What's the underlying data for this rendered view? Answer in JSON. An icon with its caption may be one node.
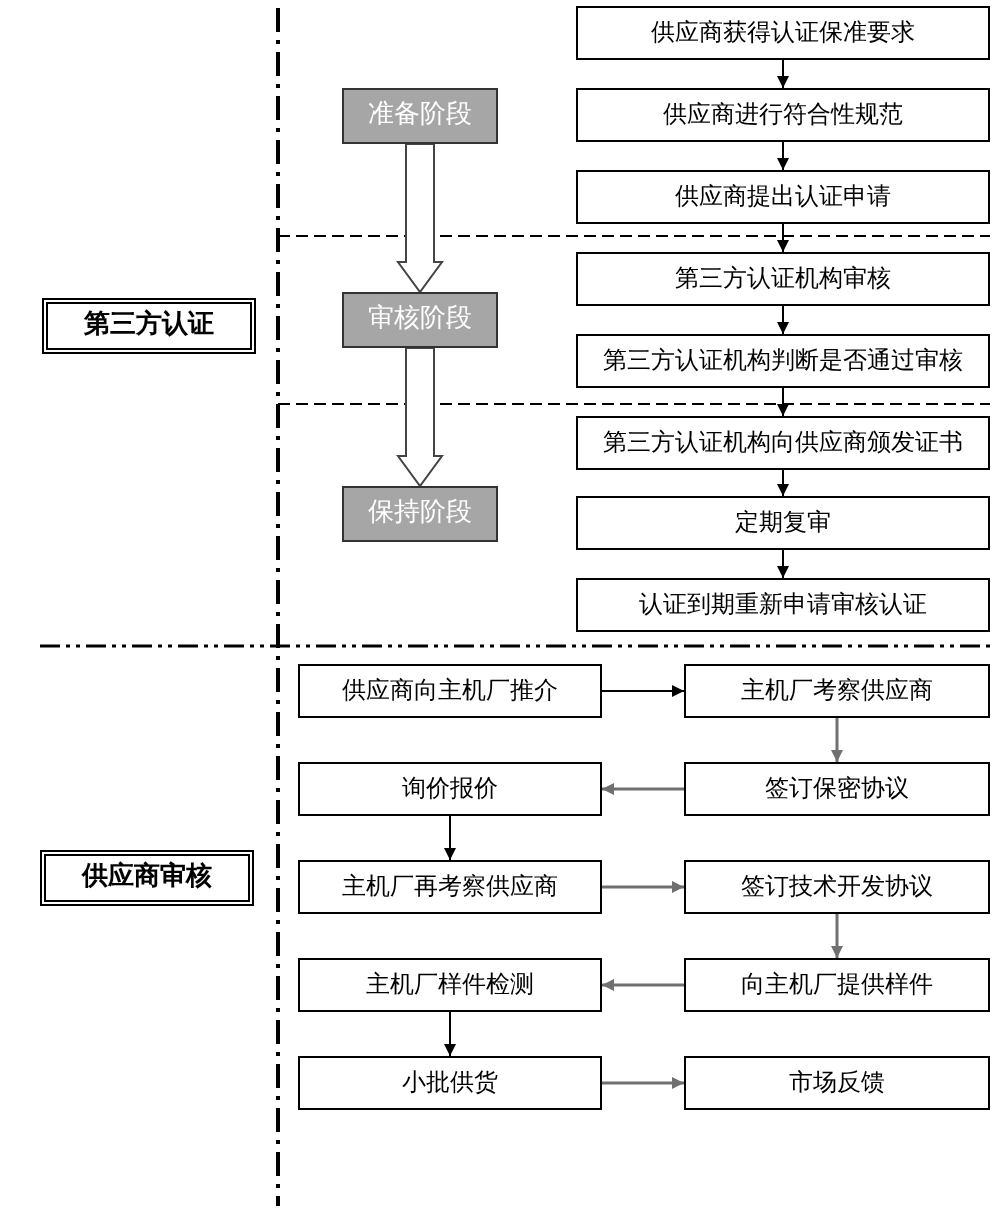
{
  "diagram": {
    "nodes": [
      {
        "text": [
          "第三方认证"
        ]
      },
      {
        "text": [
          "准备阶段"
        ]
      },
      {
        "text": [
          "审核阶段"
        ]
      },
      {
        "text": [
          "保持阶段"
        ]
      },
      {
        "text": [
          "供应商获得认证保准要求"
        ]
      },
      {
        "text": [
          "供应商进行符合性规范"
        ]
      },
      {
        "text": [
          "供应商提出认证申请"
        ]
      },
      {
        "text": [
          "第三方认证机构审核"
        ]
      },
      {
        "text": [
          "第三方认证机构判断是否通过审核"
        ]
      },
      {
        "text": [
          "第三方认证机构向供应商颁发证书"
        ]
      },
      {
        "text": [
          "定期复审"
        ]
      },
      {
        "text": [
          "认证到期重新申请审核认证"
        ]
      },
      {
        "text": [
          "供应商审核"
        ]
      },
      {
        "text": [
          "供应商向主机厂推介"
        ]
      },
      {
        "text": [
          "主机厂考察供应商"
        ]
      },
      {
        "text": [
          "询价报价"
        ]
      },
      {
        "text": [
          "签订保密协议"
        ]
      },
      {
        "text": [
          "主机厂再考察供应商"
        ]
      },
      {
        "text": [
          "签订技术开发协议"
        ]
      },
      {
        "text": [
          "主机厂样件检测"
        ]
      },
      {
        "text": [
          "向主机厂提供样件"
        ]
      },
      {
        "text": [
          "小批供货"
        ]
      },
      {
        "text": [
          "市场反馈"
        ]
      }
    ],
    "edges": [
      {
        "from": 1,
        "to": 2,
        "arrow": "to",
        "style": "thick"
      },
      {
        "from": 2,
        "to": 3,
        "arrow": "to",
        "style": "thick"
      },
      {
        "from": 4,
        "to": 5,
        "arrow": "to"
      },
      {
        "from": 5,
        "to": 6,
        "arrow": "to"
      },
      {
        "from": 6,
        "to": 7,
        "arrow": "to"
      },
      {
        "from": 7,
        "to": 8,
        "arrow": "to"
      },
      {
        "from": 8,
        "to": 9,
        "arrow": "to"
      },
      {
        "from": 9,
        "to": 10,
        "arrow": "to"
      },
      {
        "from": 10,
        "to": 11,
        "arrow": "to"
      },
      {
        "from": 13,
        "to": 14,
        "arrow": "to"
      },
      {
        "from": 14,
        "to": 16,
        "arrow": "to",
        "color": "#707070"
      },
      {
        "from": 16,
        "to": 15,
        "arrow": "to",
        "color": "#707070"
      },
      {
        "from": 15,
        "to": 17,
        "arrow": "to"
      },
      {
        "from": 17,
        "to": 18,
        "arrow": "to",
        "color": "#707070"
      },
      {
        "from": 18,
        "to": 20,
        "arrow": "to",
        "color": "#707070"
      },
      {
        "from": 20,
        "to": 19,
        "arrow": "to",
        "color": "#707070"
      },
      {
        "from": 19,
        "to": 21,
        "arrow": "to"
      },
      {
        "from": 21,
        "to": 22,
        "arrow": "to",
        "color": "#707070"
      }
    ]
  }
}
